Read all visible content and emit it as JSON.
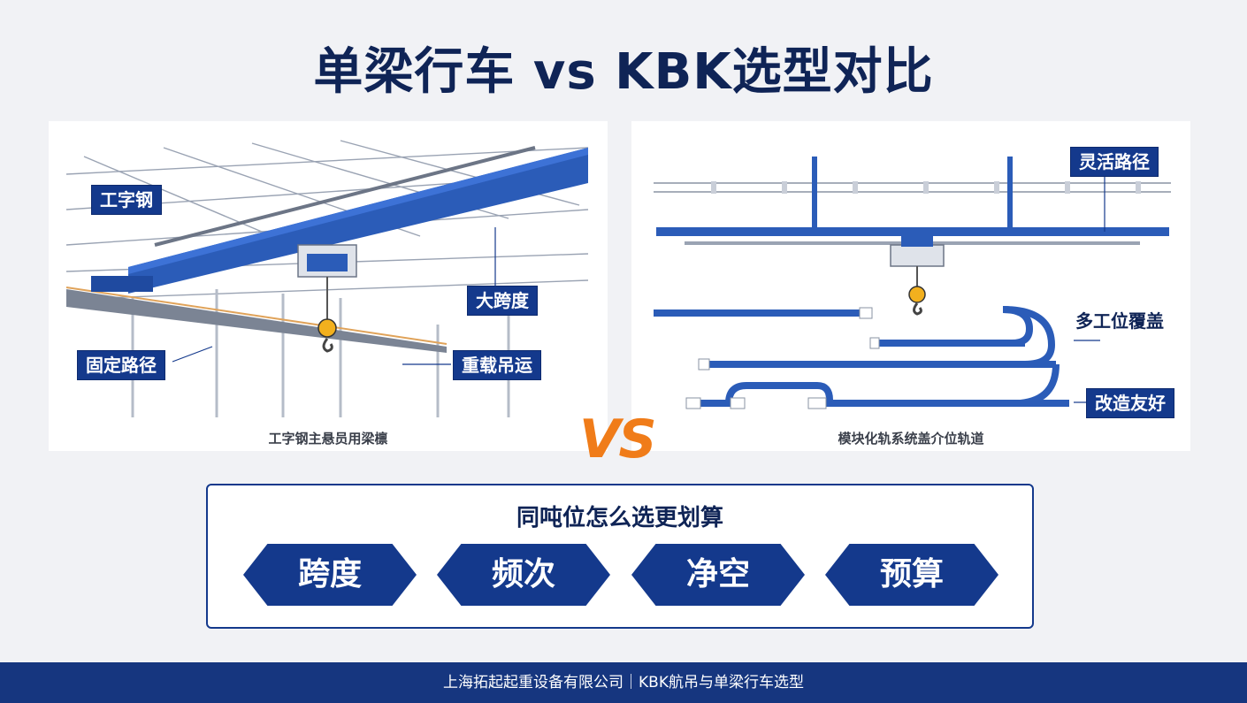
{
  "title": "单梁行车 vs KBK选型对比",
  "left_panel": {
    "caption": "工字钢主悬员用梁檩",
    "labels": {
      "i_beam": "工字钢",
      "large_span": "大跨度",
      "fixed_path": "固定路径",
      "heavy_lift": "重载吊运"
    }
  },
  "right_panel": {
    "caption": "模块化轨系统盖介位轨道",
    "labels": {
      "flexible_path": "灵活路径",
      "multi_station": "多工位覆盖",
      "retrofit_friendly": "改造友好"
    }
  },
  "vs_text": "VS",
  "selection": {
    "title": "同吨位怎么选更划算",
    "factors": [
      "跨度",
      "频次",
      "净空",
      "预算"
    ]
  },
  "footer": "上海拓起起重设备有限公司｜KBK航吊与单梁行车选型",
  "colors": {
    "navy": "#14398c",
    "beam_blue": "#2b5cb8",
    "accent_orange": "#f07c19",
    "hook_yellow": "#f2b01e"
  }
}
